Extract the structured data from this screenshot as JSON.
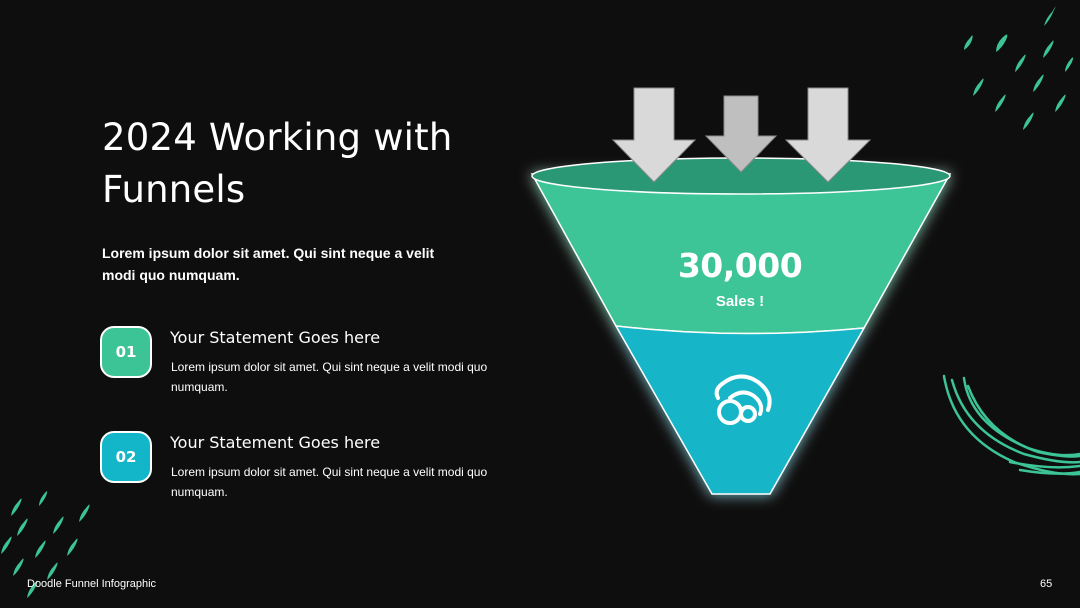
{
  "slide": {
    "title": "2024 Working with Funnels",
    "intro": "Lorem ipsum dolor sit amet. Qui sint neque a velit modi quo numquam."
  },
  "steps": [
    {
      "number": "01",
      "title": "Your Statement Goes here",
      "text": "Lorem ipsum dolor sit amet. Qui sint neque a velit modi quo numquam.",
      "color": "#3cc497"
    },
    {
      "number": "02",
      "title": "Your Statement Goes here",
      "text": "Lorem ipsum dolor sit amet. Qui sint neque a velit modi quo numquam.",
      "color": "#13b6c8"
    }
  ],
  "funnel": {
    "value": "30,000",
    "label": "Sales !",
    "top_color": "#3cc497",
    "bottom_color": "#13b6c8",
    "icon": "fire-swirl-icon"
  },
  "footer": {
    "title": "Doodle Funnel Infographic",
    "page": "65"
  },
  "colors": {
    "background": "#0e0e0e",
    "accent_green": "#3cc497",
    "accent_teal": "#13b6c8",
    "arrow_gray": "#d9d9d9"
  }
}
